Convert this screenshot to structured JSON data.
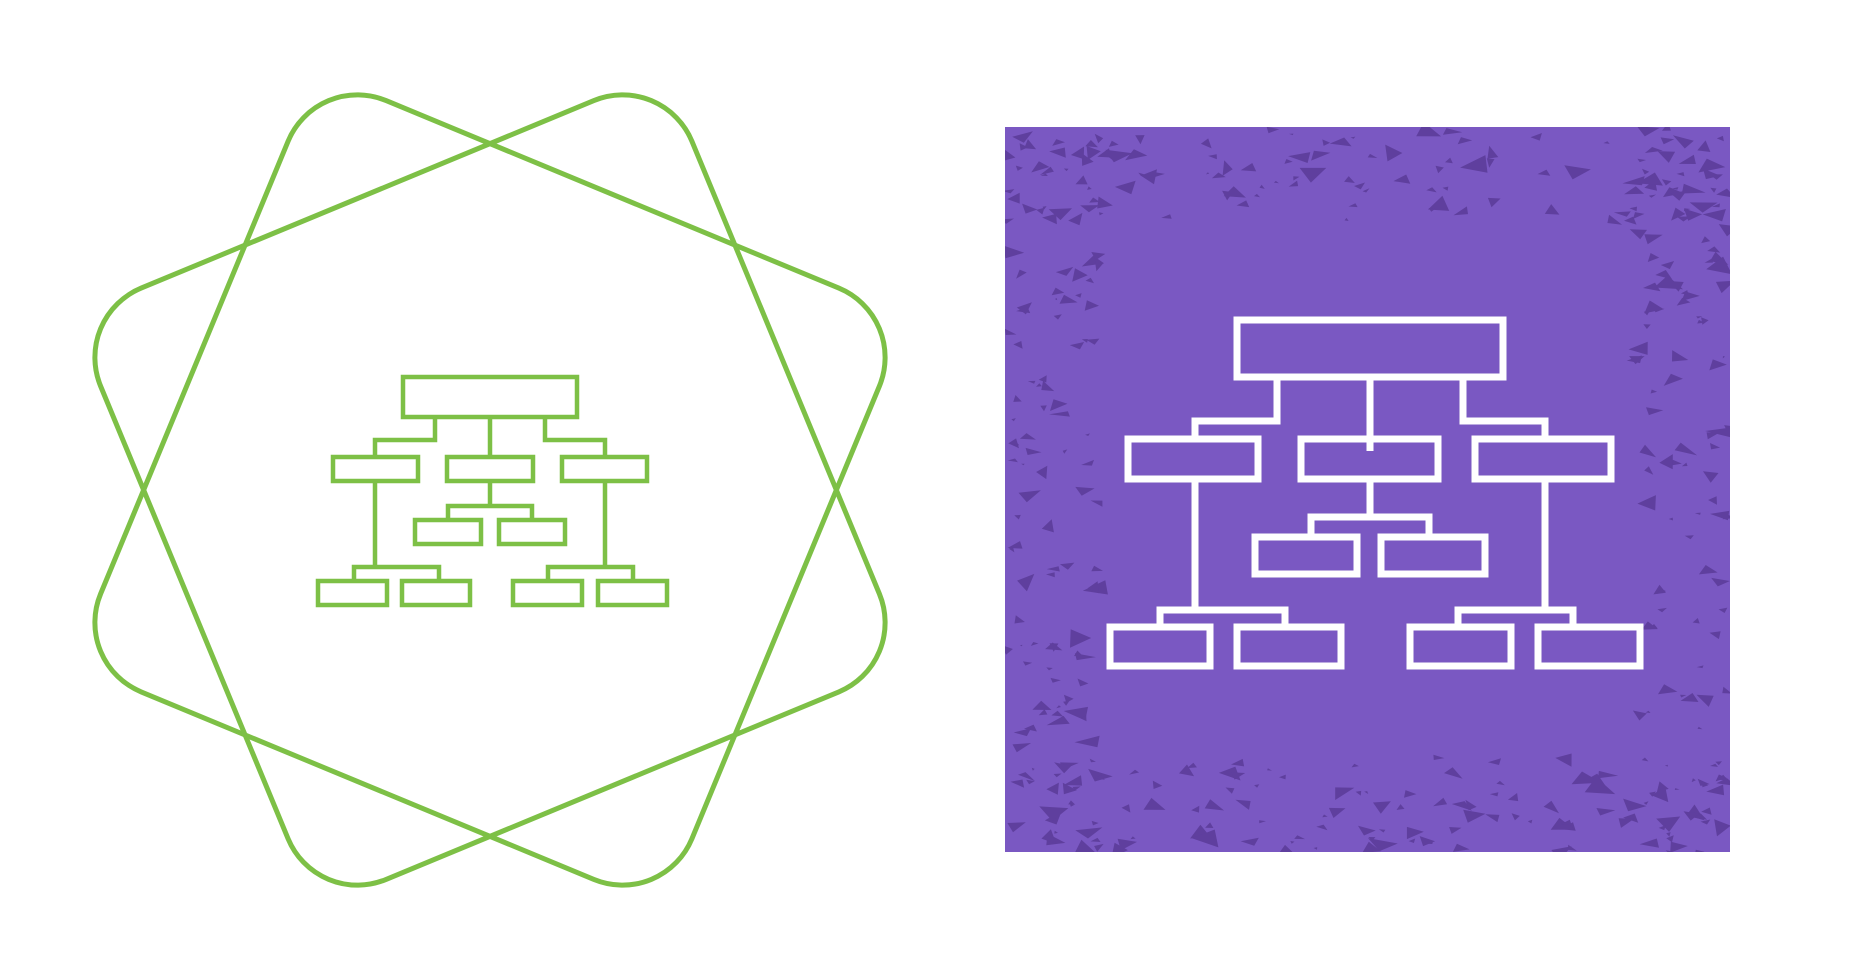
{
  "icons": [
    {
      "name": "hierarchy-structure-icon",
      "variant": "outline",
      "badge_shape": "overlapping-rounded-squares",
      "stroke_color": "#7dc046",
      "background_color": "#ffffff"
    },
    {
      "name": "hierarchy-structure-icon",
      "variant": "filled-square",
      "background_color": "#7a58c2",
      "texture_color": "#5f3f9e",
      "stroke_color": "#ffffff"
    }
  ]
}
